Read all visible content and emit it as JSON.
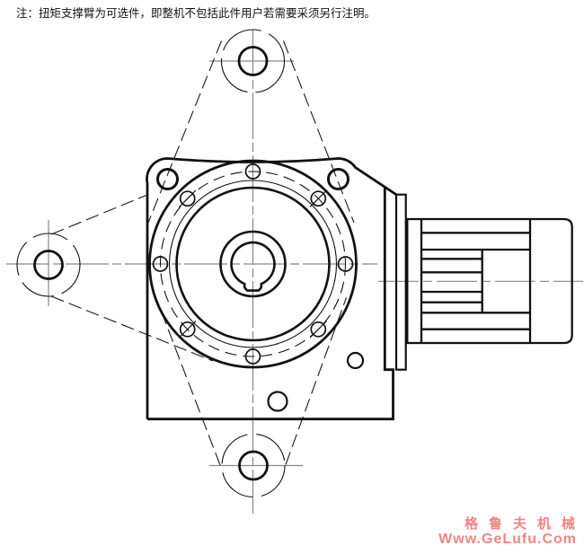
{
  "note": {
    "text": "注：扭矩支撑臂为可选件，即整机不包括此件用户若需要采须另行注明。"
  },
  "watermark": {
    "line1": "格鲁夫机械",
    "line2": "Www.GeLufu.Com",
    "color": "#f28484"
  },
  "drawing": {
    "title": "gearmotor-front-view-with-torque-arm-supports",
    "colors": {
      "outline": "#111111",
      "centerline": "#878787",
      "background": "#ffffff"
    },
    "parts": [
      "gearbox-housing",
      "output-flange",
      "hollow-output-shaft-with-keyway",
      "flange-bolt-holes-8x",
      "mounting-lugs-2x",
      "torque-support-circles-top-left-bottom",
      "phantom-torque-arm-outline",
      "motor-with-cooling-fins-and-fan-cover"
    ]
  }
}
